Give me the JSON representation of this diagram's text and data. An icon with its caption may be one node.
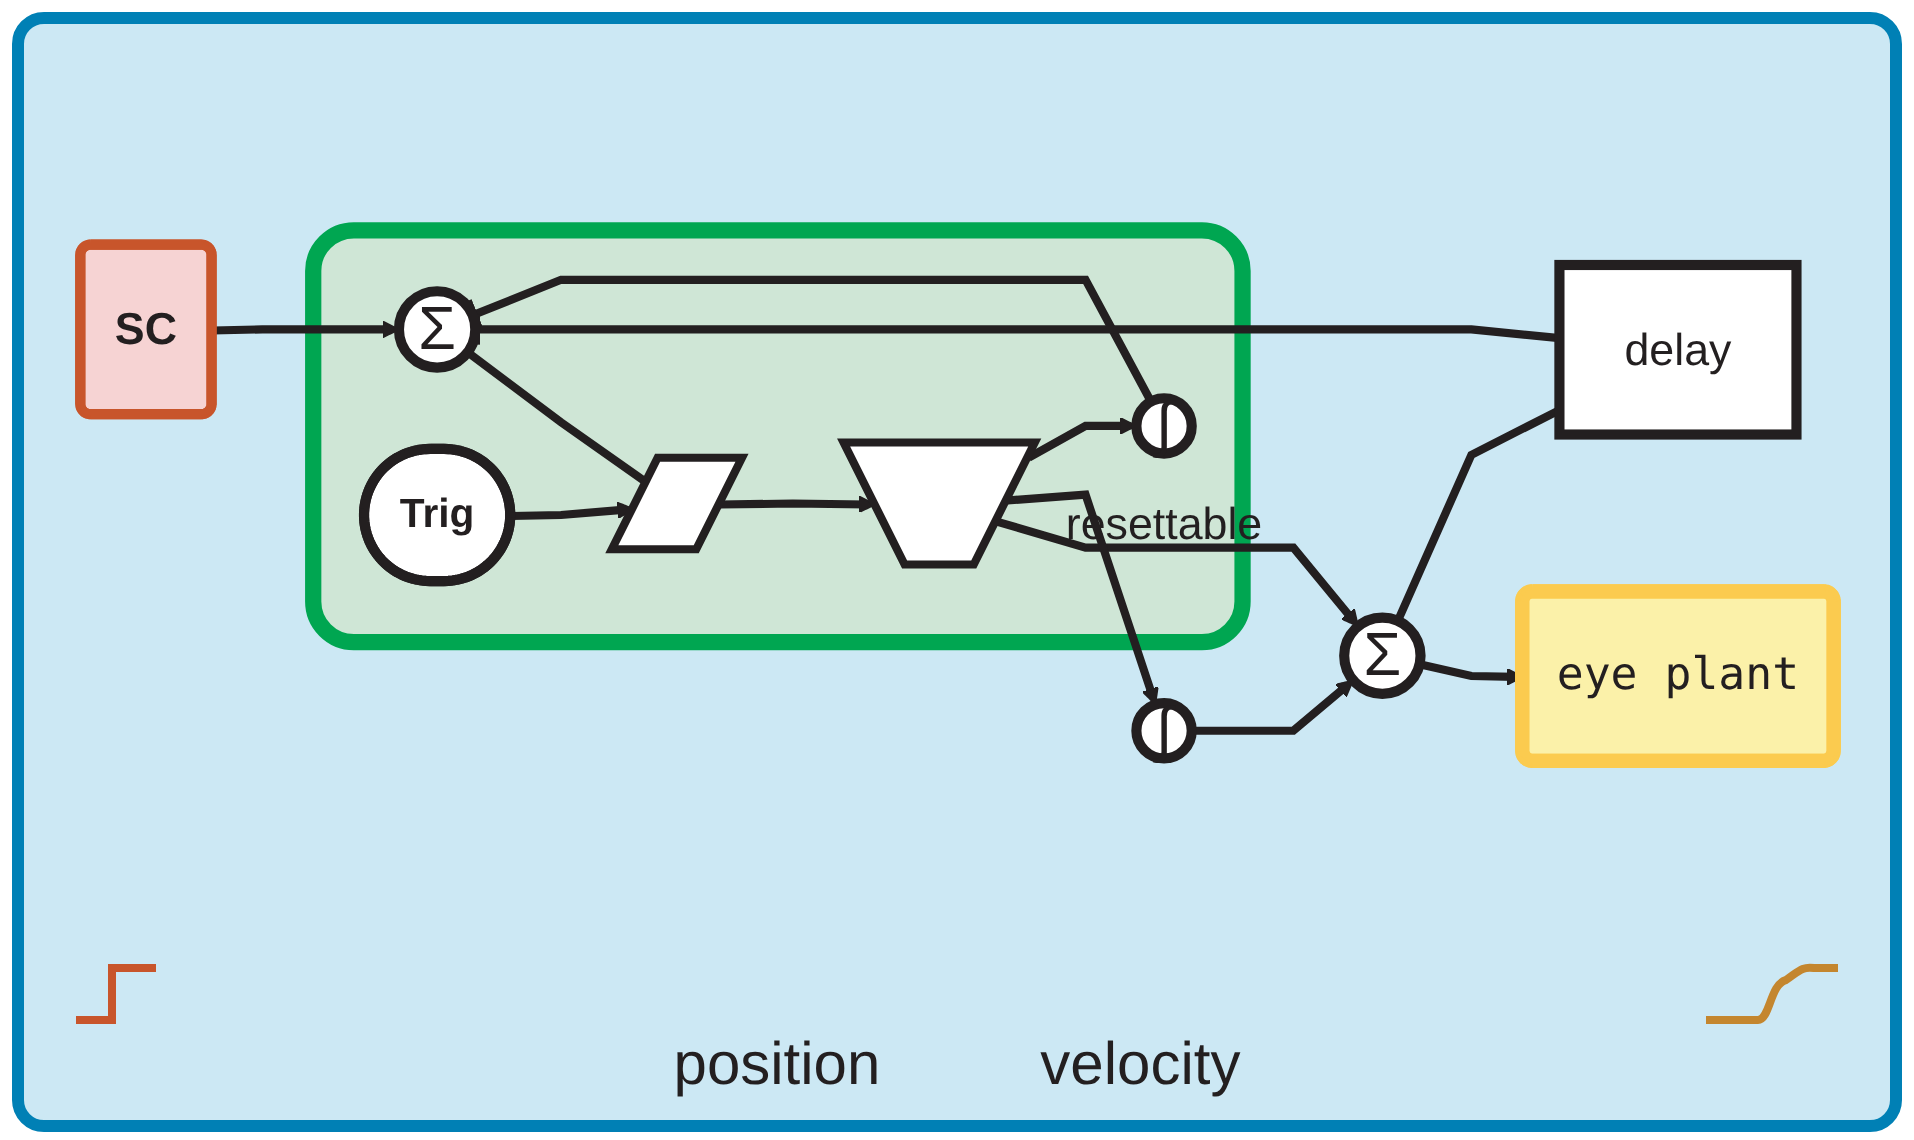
{
  "diagram": {
    "nodes": [
      {
        "text": [],
        "shape": "box"
      },
      {
        "text": [
          "SC"
        ]
      },
      {
        "text": [
          "Σ"
        ],
        "in": 0
      },
      {
        "text": [
          "Trig"
        ],
        "in": 0
      },
      {
        "text": [],
        "shape": "switch",
        "in": 0
      },
      {
        "text": [],
        "shape": "triangle",
        "in": 0
      },
      {
        "text": [
          "∫"
        ],
        "beside": [
          "resettable"
        ],
        "in": 0
      },
      {
        "text": [
          "delay"
        ]
      },
      {
        "text": [
          "∫"
        ]
      },
      {
        "text": [
          "Σ"
        ]
      },
      {
        "text": [
          "eye plant"
        ]
      }
    ],
    "edges": [
      {
        "from": 1,
        "to": 2,
        "arrow": "to"
      },
      {
        "from": 2,
        "to": 4,
        "arrow": "none"
      },
      {
        "from": 3,
        "to": 4,
        "arrow": "to"
      },
      {
        "from": 4,
        "to": 5,
        "arrow": "to"
      },
      {
        "from": 5,
        "to": 9,
        "arrow": "to"
      },
      {
        "from": 5,
        "to": 8,
        "arrow": "to"
      },
      {
        "from": 5,
        "to": 6,
        "arrow": "to"
      },
      {
        "from": 6,
        "to": 2,
        "arrow": "other"
      },
      {
        "from": 8,
        "to": 9,
        "arrow": "to"
      },
      {
        "from": 9,
        "to": 10,
        "arrow": "to"
      },
      {
        "from": 9,
        "to": 7,
        "arrow": "none"
      },
      {
        "from": 7,
        "to": 2,
        "arrow": "other"
      }
    ],
    "labels": [
      "position",
      "velocity"
    ]
  }
}
